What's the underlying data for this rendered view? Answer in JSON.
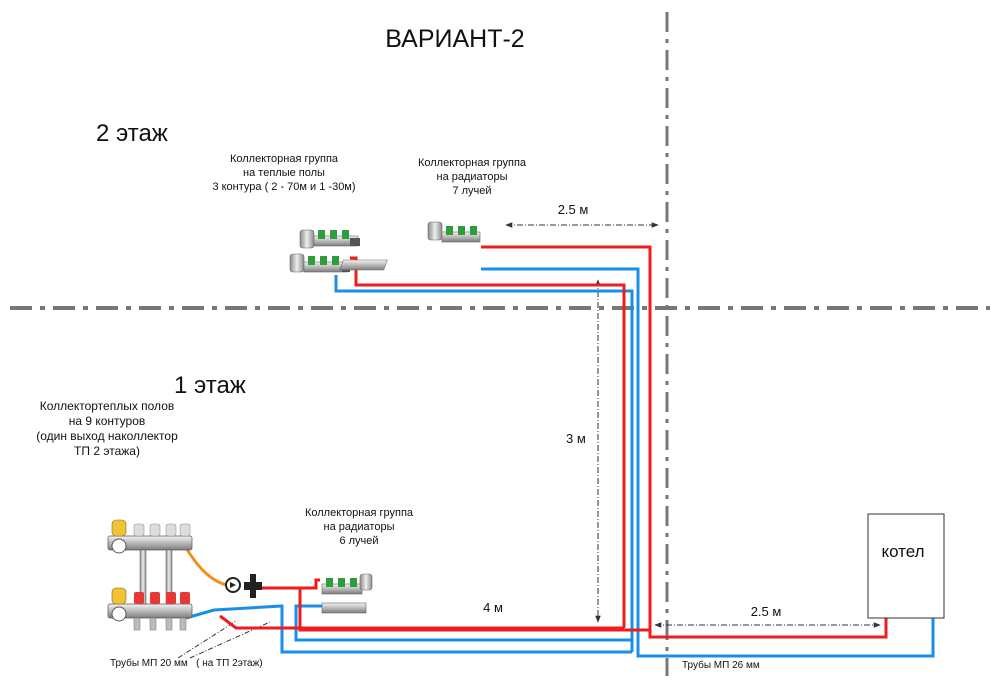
{
  "title": "ВАРИАНТ-2",
  "floors": {
    "second": "2 этаж",
    "first": "1 этаж"
  },
  "floor2_floor_collector": {
    "line1": "Коллекторная группа",
    "line2": "на теплые полы",
    "line3": "3 контура ( 2 - 70м и 1 -30м)"
  },
  "floor2_radiator_collector": {
    "line1": "Коллекторная группа",
    "line2": "на радиаторы",
    "line3": "7 лучей"
  },
  "floor1_floor_collector": {
    "line1": "Коллектортеплых полов",
    "line2": "на 9 контуров",
    "line3": "(один выход наколлектор",
    "line4": "ТП 2 этажа)"
  },
  "floor1_radiator_collector": {
    "line1": "Коллекторная группа",
    "line2": "на радиаторы",
    "line3": "6 лучей"
  },
  "dimensions": {
    "upper_2_5": "2.5 м",
    "riser_3": "3 м",
    "lower_4": "4 м",
    "lower_2_5": "2.5 м"
  },
  "boiler": {
    "label": "котел"
  },
  "pipe_notes": {
    "left": "Трубы МП 20 мм   ( на ТП 2этаж)",
    "right": "Трубы МП 26 мм"
  },
  "colors": {
    "supply": "#ee1c1c",
    "return": "#1a8fea",
    "divider": "#777777",
    "dim_line": "#333333",
    "floor_label": "#666666",
    "text": "#111111"
  }
}
